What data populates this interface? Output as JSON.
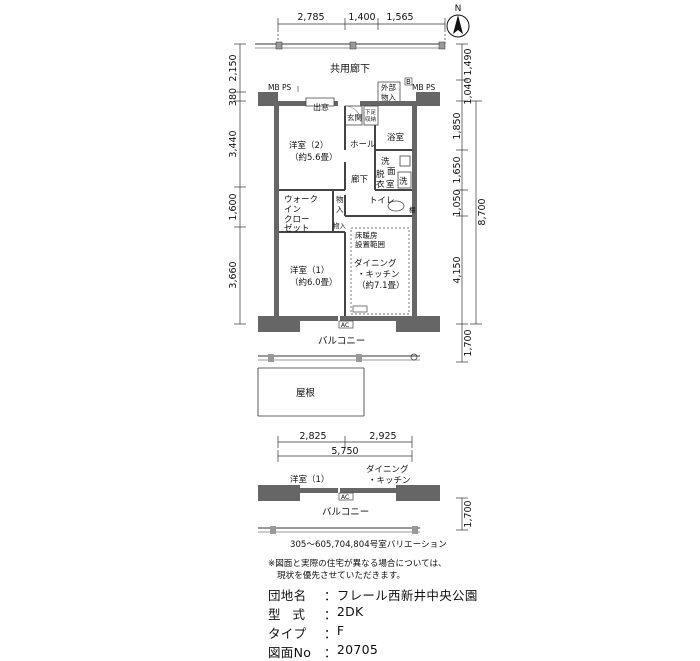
{
  "dims": {
    "top": [
      "2,785",
      "1,400",
      "1,565"
    ],
    "left": [
      "2,150",
      "380",
      "3,440",
      "1,600",
      "3,660"
    ],
    "right": [
      "1,490",
      "1,040",
      "1,850",
      "1,650",
      "1,050",
      "4,150",
      "1,700"
    ],
    "total_right": "8,700",
    "bottom": [
      "2,825",
      "2,925"
    ],
    "bottom_total": "5,750",
    "variation_right": "1,700"
  },
  "labels": {
    "corridor": "共用廊下",
    "mb_ps_left": "MB PS",
    "mb_ps_right": "MB PS",
    "outer_storage": [
      "外部",
      "物入"
    ],
    "b_mark": "B",
    "demado": "出窓",
    "genkan": "玄関",
    "shoes": [
      "下足",
      "収納"
    ],
    "bathroom": "浴室",
    "hall": "ホール",
    "washroom": [
      "洗",
      "面",
      "脱",
      "衣",
      "室"
    ],
    "washer": "洗",
    "room2": [
      "洋室（2）",
      "（約5.6畳）"
    ],
    "rouka": "廊下",
    "walkin": [
      "ウォーク",
      "イン",
      "クロー",
      "ゼット"
    ],
    "storage1": [
      "物",
      "入"
    ],
    "storage2": "物入",
    "toilet": "トイレ",
    "tana": "棚",
    "floor_heating": [
      "床暖房",
      "設置範囲"
    ],
    "dk": [
      "ダイニング",
      "・キッチン",
      "（約7.1畳）"
    ],
    "room1": [
      "洋室（1）",
      "（約6.0畳）"
    ],
    "ac": "AC",
    "balcony": "バルコニー",
    "roof": "屋根",
    "v_room1": "洋室（1）",
    "v_dk": [
      "ダイニング",
      "・キッチン"
    ],
    "v_ac": "AC",
    "v_balcony": "バルコニー",
    "north": "N"
  },
  "variation_caption": "305～605,704,804号室バリエーション",
  "note": [
    "※図面と実際の住宅が異なる場合については、",
    "現状を優先させていただきます。"
  ],
  "info": [
    {
      "key": "団地名",
      "sep": "：",
      "value": "フレール西新井中央公園"
    },
    {
      "key": "型式",
      "sep": "：",
      "value": "2DK"
    },
    {
      "key": "タイプ",
      "sep": "：",
      "value": "F"
    },
    {
      "key": "図面No",
      "sep": "：",
      "value": "20705"
    }
  ]
}
